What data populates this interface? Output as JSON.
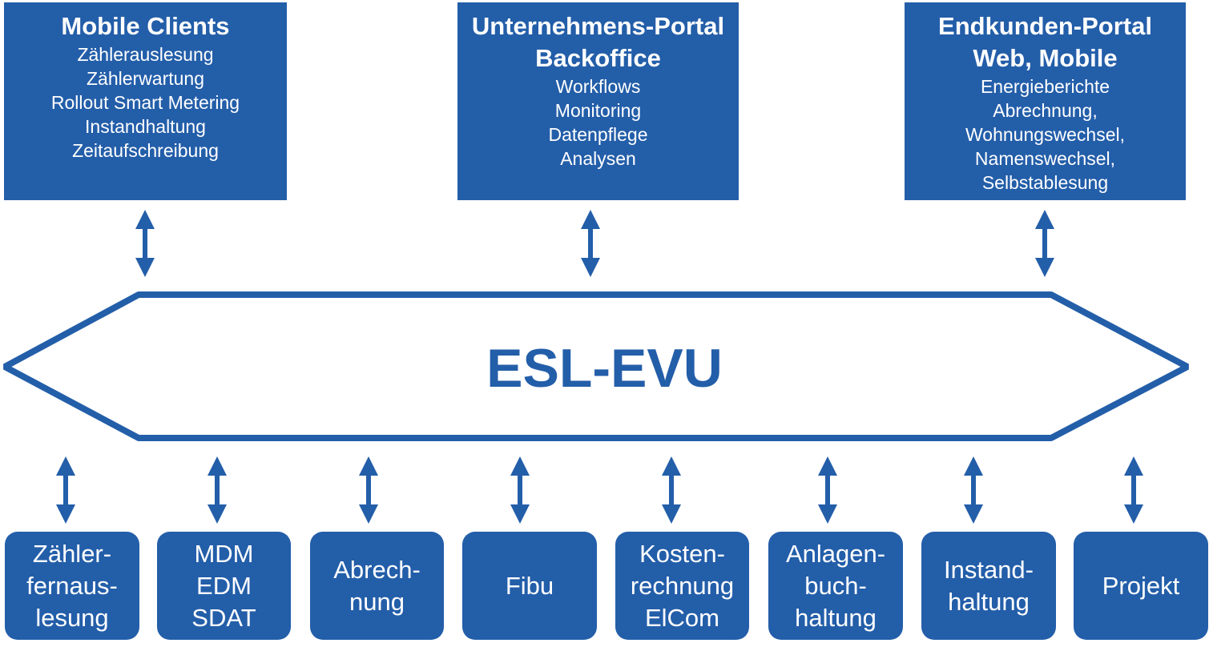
{
  "top_boxes": [
    {
      "title_lines": [
        "Mobile Clients"
      ],
      "items": [
        "Zählerauslesung",
        "Zählerwartung",
        "Rollout Smart Metering",
        "Instandhaltung",
        "Zeitaufschreibung"
      ]
    },
    {
      "title_lines": [
        "Unternehmens-Portal",
        "Backoffice"
      ],
      "items": [
        "Workflows",
        "Monitoring",
        "Datenpflege",
        "Analysen"
      ]
    },
    {
      "title_lines": [
        "Endkunden-Portal",
        "Web, Mobile"
      ],
      "items": [
        "Energieberichte",
        "Abrechnung,",
        "Wohnungswechsel,",
        "Namenswechsel,",
        "Selbstablesung"
      ]
    }
  ],
  "hub": {
    "label": "ESL-EVU"
  },
  "bottom_boxes": [
    {
      "lines": [
        "Zähler-",
        "fernaus-",
        "lesung"
      ]
    },
    {
      "lines": [
        "MDM",
        "EDM",
        "SDAT"
      ]
    },
    {
      "lines": [
        "Abrech-",
        "nung"
      ]
    },
    {
      "lines": [
        "Fibu"
      ]
    },
    {
      "lines": [
        "Kosten-",
        "rechnung",
        "ElCom"
      ]
    },
    {
      "lines": [
        "Anlagen-",
        "buch-",
        "haltung"
      ]
    },
    {
      "lines": [
        "Instand-",
        "haltung"
      ]
    },
    {
      "lines": [
        "Projekt"
      ]
    }
  ],
  "colors": {
    "primary": "#235ea9",
    "background": "#ffffff"
  }
}
